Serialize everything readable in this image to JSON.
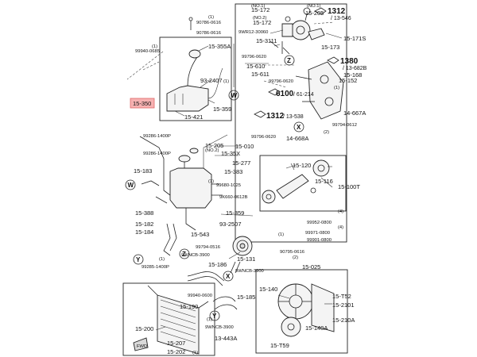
{
  "labels": {
    "p90786_0616_a": "90786-0616",
    "p90786_0616_b": "90786-0616",
    "p99940_0685": "99940-0685",
    "p15_355A": "15-355A",
    "p93_2407": "93-2407",
    "p15_359_top": "15-359",
    "p15_350": "15-350",
    "p15_421": "15-421",
    "p15_172": "15-172",
    "no1": "(NO.1)",
    "no2_a": "(NO.2)",
    "p15_205_top": "15-205",
    "p15_172b": "15-172",
    "p9WR12": "9WR12-30060",
    "p15_3111": "15-3111",
    "p15_173": "15-173",
    "p15_171S": "15-171S",
    "p99796_0620_a": "99796-0620",
    "p15_610": "15-610",
    "p15_611": "15-611",
    "p99796_0620_b": "99796-0620",
    "ref1312_a": "1312",
    "ref1312_a_sub": "/ 13-546",
    "ref1380": "1380",
    "ref1380_sub": "/ 13-682B",
    "p15_168": "15-168",
    "p15_152": "15-152",
    "ref6100": "6100",
    "ref6100_sub": "/ 61-214",
    "ref1312_b": "1312",
    "ref1312_b_sub": "/ 13-538",
    "p14_667A": "14-667A",
    "p99794_0612": "99794-0612",
    "p99796_0620_c": "99796-0620",
    "p14_668A": "14-668A",
    "p15_010": "15-010",
    "p99286_1400P_a": "99286-1400P",
    "p99286_1400P_b": "99286-1400P",
    "p15_205_mid": "15-205",
    "no2_b": "(NO.2)",
    "p15_35X": "15-35X",
    "p15_183": "15-183",
    "p15_277": "15-277",
    "p15_383": "15-383",
    "p99680_1025": "99680-1025",
    "p9K660_0612B": "9K660-0612B",
    "p15_388": "15-388",
    "p15_359_mid": "15-359",
    "p15_182": "15-182",
    "p15_184": "15-184",
    "p93_2507": "93-2507",
    "p15_543": "15-543",
    "p15_120": "15-120",
    "p15_116": "15-116",
    "p15_100T": "15-100T",
    "p99952_0800": "99952-0800",
    "p99971_0800": "99971-0800",
    "p99901_0800": "99901-0800",
    "p99794_0516": "99794-0516",
    "p99285_1400P": "99285-1400P",
    "p15_131": "15-131",
    "p90795_0616": "90795-0616",
    "p9WNCB_3900_a": "9WNCB-3900",
    "p15_186": "15-186",
    "p9WNCB_3900_b": "9WNCB-3900",
    "p15_025": "15-025",
    "p99940_0600": "99940-0600",
    "p15_185": "15-185",
    "p15_140": "15-140",
    "p15_T52": "15-T52",
    "p15_2101": "15-2101",
    "p15_190": "15-190",
    "p9WNCB_3900_c": "9WNCB-3900",
    "p15_210A": "15-210A",
    "p15_200": "15-200",
    "p15_140A": "15-140A",
    "p15_207": "15-207",
    "p13_443A": "13-443A",
    "p15_T59": "15-T59",
    "p15_202": "15-202",
    "fwd": "FWD",
    "n1_a": "(1)",
    "n1_b": "(1)",
    "n1_c": "(1)",
    "n1_d": "(1)",
    "n2_a": "(2)",
    "n4_a": "(4)",
    "n4_b": "(4)",
    "n1_e": "(1)",
    "n1_f": "(1)",
    "n1_g": "(1)",
    "n2_b": "(2)",
    "n1_h": "(1)",
    "n1_i": "(1)"
  },
  "callouts": {
    "W": "W",
    "Z": "Z",
    "X": "X",
    "Y": "Y"
  },
  "colors": {
    "highlight_fill": "#f7b2b2",
    "highlight_stroke": "#e06666",
    "line": "#222222"
  }
}
